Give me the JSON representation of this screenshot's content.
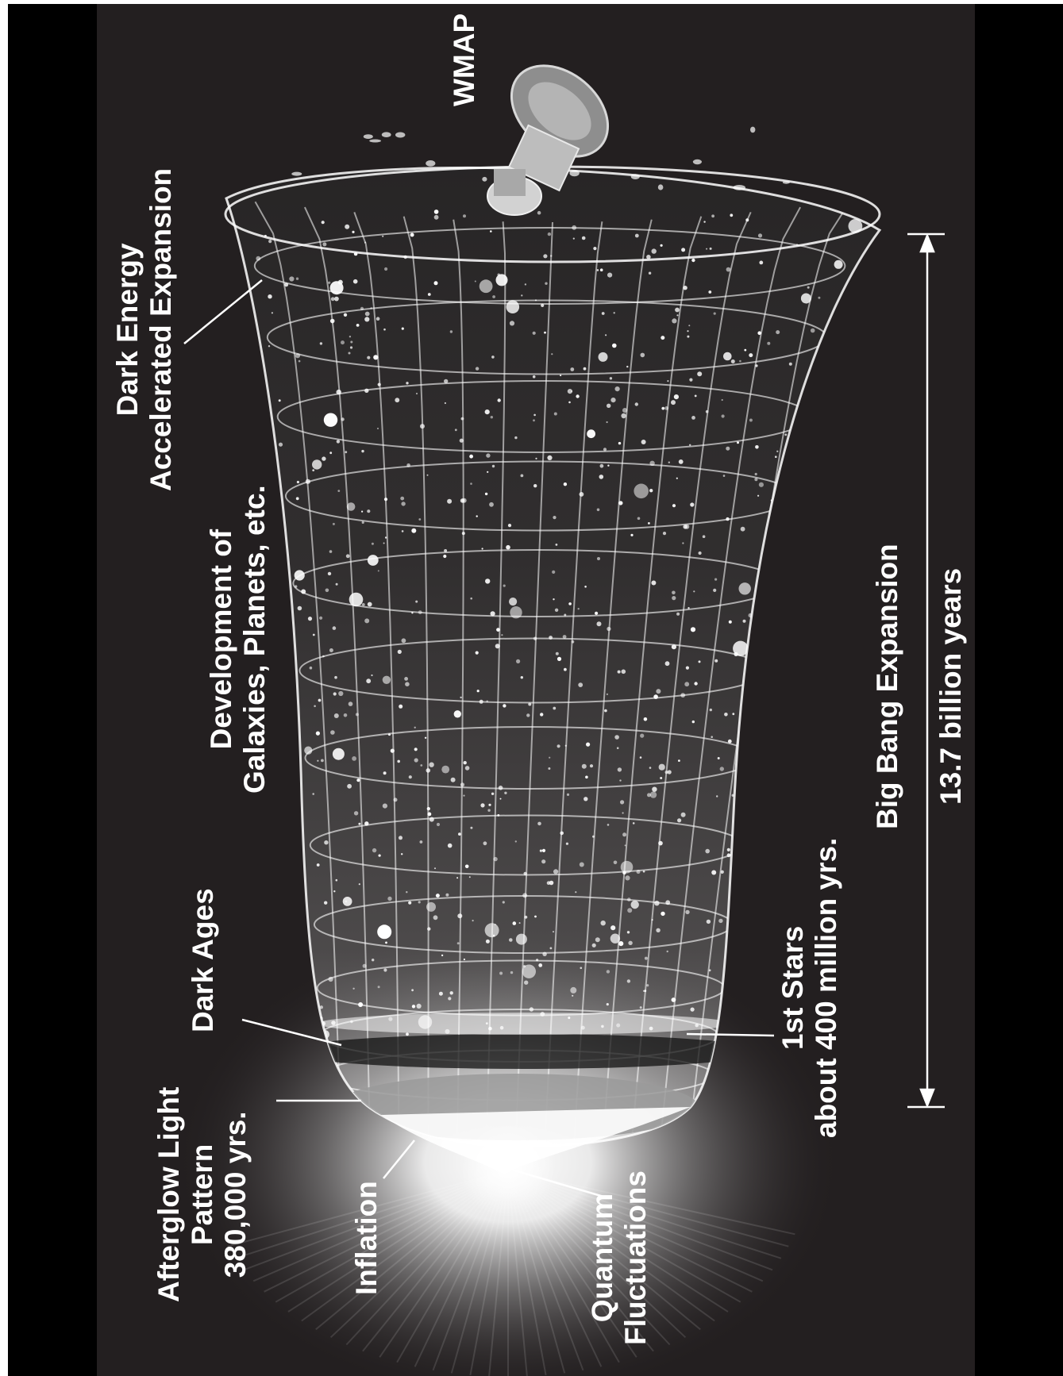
{
  "labels": {
    "wmap": "WMAP",
    "dark_energy": [
      "Dark Energy",
      "Accelerated Expansion"
    ],
    "development": [
      "Development of",
      "Galaxies, Planets, etc."
    ],
    "dark_ages": "Dark Ages",
    "afterglow": [
      "Afterglow Light",
      "Pattern",
      "380,000 yrs."
    ],
    "inflation": "Inflation",
    "quantum": [
      "Quantum",
      "Fluctuations"
    ],
    "first_stars": [
      "1st Stars",
      "about 400 million yrs."
    ],
    "expansion": "Big Bang Expansion",
    "age": "13.7 billion years"
  },
  "colors": {
    "background": "#231f20",
    "border": "#000000",
    "text": "#ffffff"
  }
}
